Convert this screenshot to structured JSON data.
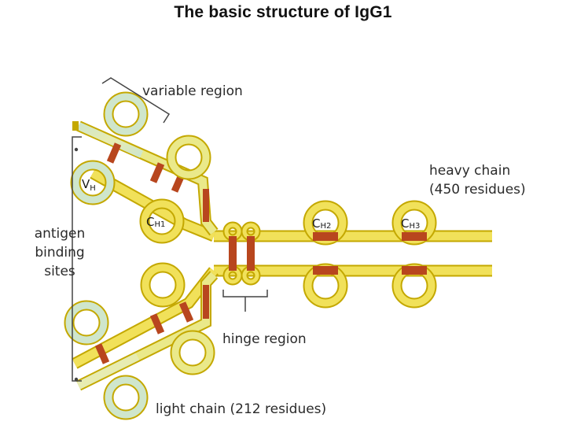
{
  "title": "The basic structure of IgG1",
  "labels": {
    "variable_region": "variable region",
    "heavy_chain_1": "heavy chain",
    "heavy_chain_2": "(450 residues)",
    "antigen_1": "antigen",
    "antigen_2": "binding",
    "antigen_3": "sites",
    "hinge_region": "hinge region",
    "light_chain": "light chain (212 residues)"
  },
  "domains": {
    "vh": {
      "main": "V",
      "sub": "H"
    },
    "ch1": {
      "main": "C",
      "sub": "H1"
    },
    "ch2": {
      "main": "C",
      "sub": "H2"
    },
    "ch3": {
      "main": "C",
      "sub": "H3"
    }
  },
  "colors": {
    "chain_outline": "#c4a800",
    "chain_fill": "#f1e15a",
    "light_fill": "#eae98a",
    "variable_fill": "#cfe6cc",
    "disulfide": "#b8461e",
    "bracket": "#444444"
  }
}
